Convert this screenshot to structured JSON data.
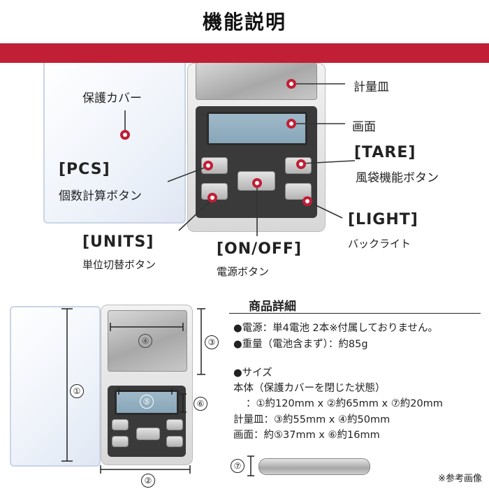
{
  "header": {
    "title": "機能説明"
  },
  "callouts": {
    "cover": "保護カバー",
    "tray": "計量皿",
    "screen": "画面",
    "tare_title": "[TARE]",
    "tare_desc": "風袋機能ボタン",
    "pcs_title": "[PCS]",
    "pcs_desc": "個数計算ボタン",
    "light_title": "[LIGHT]",
    "light_desc": "バックライト",
    "units_title": "[UNITS]",
    "units_desc": "単位切替ボタン",
    "onoff_title": "[ON/OFF]",
    "onoff_desc": "電源ボタン"
  },
  "dimension_markers": {
    "m1": "①",
    "m2": "②",
    "m3": "③",
    "m4": "④",
    "m5": "⑤",
    "m6": "⑥",
    "m7": "⑦"
  },
  "spec": {
    "title": "商品詳細",
    "power": "●電源：単4電池 2本※付属しておりません。",
    "weight": "●重量（電池含まず）：約85g",
    "size_heading": "●サイズ",
    "body_heading": "本体（保護カバーを閉じた状態）",
    "body_dims": "：①約120mm x ②約65mm x ⑦約20mm",
    "tray_dims": "計量皿：③約55mm x ④約50mm",
    "screen_dims": "画面：約⑤37mm x ⑥約16mm"
  },
  "note": "※参考画像",
  "colors": {
    "accent_red": "#c01f35",
    "band_red": "#c01f35"
  }
}
